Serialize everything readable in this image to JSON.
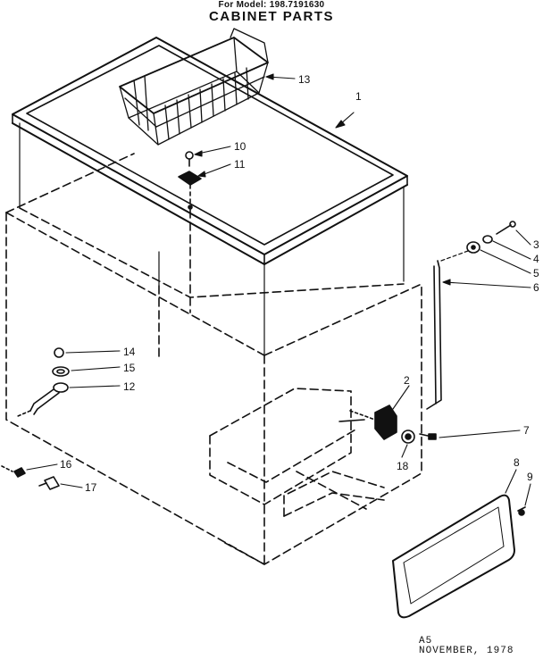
{
  "header": {
    "model_line": "For Model: 198.7191630",
    "title": "CABINET PARTS"
  },
  "footer": {
    "code": "A5",
    "date": "NOVEMBER, 1978"
  },
  "parts": {
    "p1": "1",
    "p2": "2",
    "p3": "3",
    "p4": "4",
    "p5": "5",
    "p6": "6",
    "p7": "7",
    "p8": "8",
    "p9": "9",
    "p10": "10",
    "p11": "11",
    "p12": "12",
    "p13": "13",
    "p14": "14",
    "p15": "15",
    "p16": "16",
    "p17": "17",
    "p18": "18"
  },
  "colors": {
    "ink": "#111111",
    "paper": "#ffffff"
  }
}
